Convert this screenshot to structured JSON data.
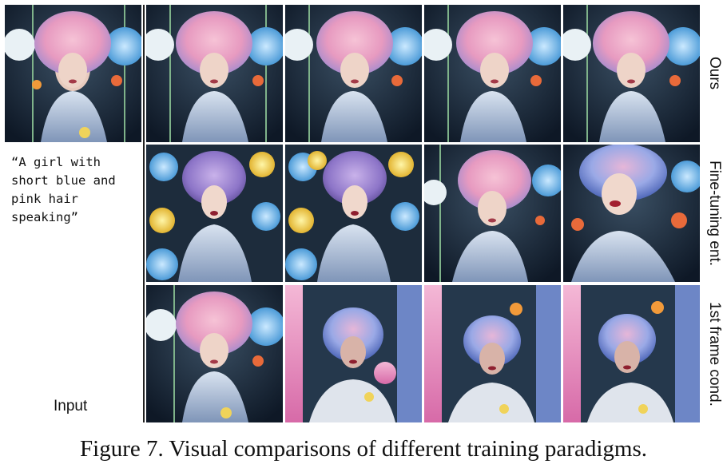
{
  "prompt": "“A girl with\nshort blue and\npink hair\nspeaking”",
  "input_label": "Input",
  "row_labels": {
    "ours": "Ours",
    "fine_tuning": "Fine-tuning ent.",
    "first_frame": "1st frame cond."
  },
  "caption": "Figure 7. Visual comparisons of different training paradigms.",
  "colors": {
    "background": "#ffffff",
    "text": "#111111"
  }
}
